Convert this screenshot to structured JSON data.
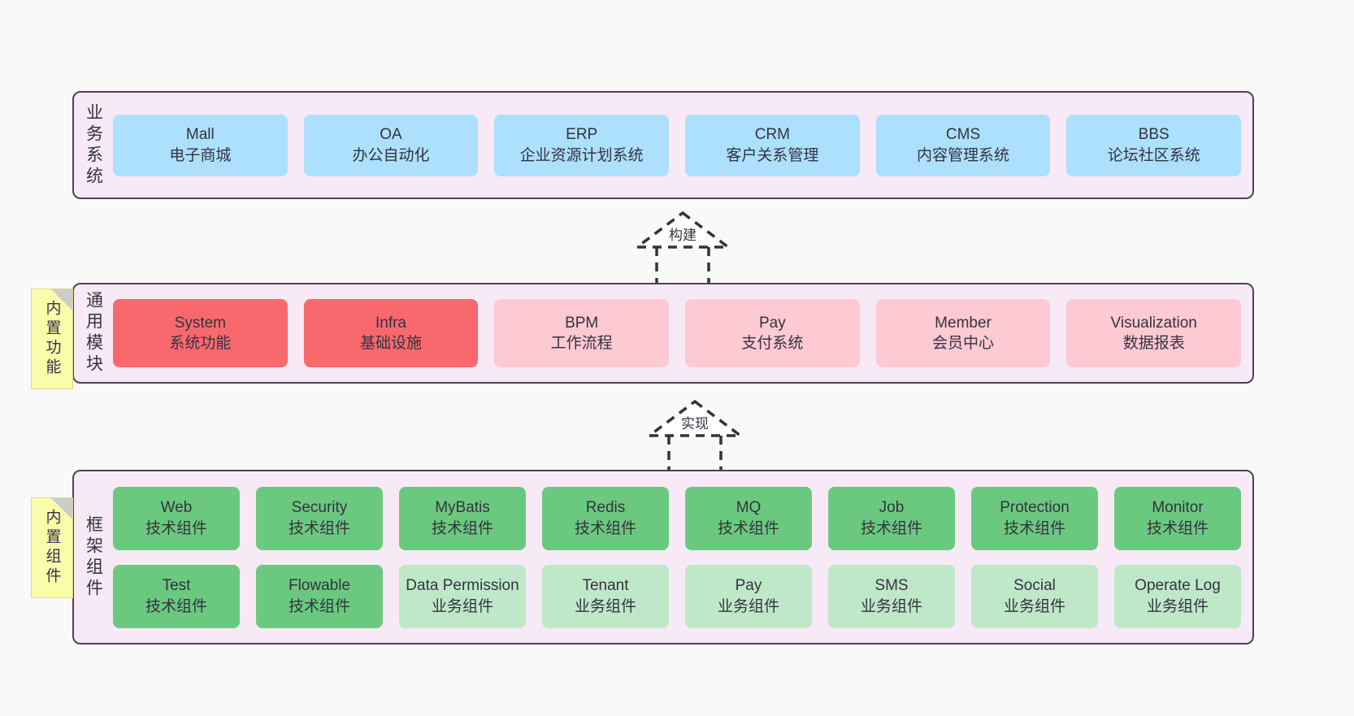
{
  "diagram": {
    "title": "",
    "background": "#f9f9f9",
    "colors": {
      "layer_fill": "#f7e9f5",
      "layer_border": "#4d4352",
      "business": "#ace0fd",
      "module_core": "#f8696e",
      "module_optional": "#fdc9d2",
      "tech_component": "#6bc97f",
      "biz_component": "#bfe8c8",
      "note": "#fbfbac",
      "note_fold": "#cccccc",
      "arrow": "#333333"
    }
  },
  "layers": [
    {
      "id": "business-system",
      "title": "业务系统",
      "rows": [
        {
          "nodes": [
            {
              "en": "Mall",
              "cn": "电子商城",
              "color": "blue"
            },
            {
              "en": "OA",
              "cn": "办公自动化",
              "color": "blue"
            },
            {
              "en": "ERP",
              "cn": "企业资源计划系统",
              "color": "blue"
            },
            {
              "en": "CRM",
              "cn": "客户关系管理",
              "color": "blue"
            },
            {
              "en": "CMS",
              "cn": "内容管理系统",
              "color": "blue"
            },
            {
              "en": "BBS",
              "cn": "论坛社区系统",
              "color": "blue"
            }
          ]
        }
      ]
    },
    {
      "id": "common-module",
      "title": "通用模块",
      "note": "内置功能",
      "rows": [
        {
          "nodes": [
            {
              "en": "System",
              "cn": "系统功能",
              "color": "red"
            },
            {
              "en": "Infra",
              "cn": "基础设施",
              "color": "red"
            },
            {
              "en": "BPM",
              "cn": "工作流程",
              "color": "pink"
            },
            {
              "en": "Pay",
              "cn": "支付系统",
              "color": "pink"
            },
            {
              "en": "Member",
              "cn": "会员中心",
              "color": "pink"
            },
            {
              "en": "Visualization",
              "cn": "数据报表",
              "color": "pink"
            }
          ]
        }
      ]
    },
    {
      "id": "framework-component",
      "title": "框架组件",
      "note": "内置组件",
      "rows": [
        {
          "nodes": [
            {
              "en": "Web",
              "cn": "技术组件",
              "color": "green"
            },
            {
              "en": "Security",
              "cn": "技术组件",
              "color": "green"
            },
            {
              "en": "MyBatis",
              "cn": "技术组件",
              "color": "green"
            },
            {
              "en": "Redis",
              "cn": "技术组件",
              "color": "green"
            },
            {
              "en": "MQ",
              "cn": "技术组件",
              "color": "green"
            },
            {
              "en": "Job",
              "cn": "技术组件",
              "color": "green"
            },
            {
              "en": "Protection",
              "cn": "技术组件",
              "color": "green"
            },
            {
              "en": "Monitor",
              "cn": "技术组件",
              "color": "green"
            }
          ]
        },
        {
          "nodes": [
            {
              "en": "Test",
              "cn": "技术组件",
              "color": "green"
            },
            {
              "en": "Flowable",
              "cn": "技术组件",
              "color": "green"
            },
            {
              "en": "Data Permission",
              "cn": "业务组件",
              "color": "lightgreen"
            },
            {
              "en": "Tenant",
              "cn": "业务组件",
              "color": "lightgreen"
            },
            {
              "en": "Pay",
              "cn": "业务组件",
              "color": "lightgreen"
            },
            {
              "en": "SMS",
              "cn": "业务组件",
              "color": "lightgreen"
            },
            {
              "en": "Social",
              "cn": "业务组件",
              "color": "lightgreen"
            },
            {
              "en": "Operate Log",
              "cn": "业务组件",
              "color": "lightgreen"
            }
          ]
        }
      ]
    }
  ],
  "connectors": [
    {
      "id": "build",
      "label": "构建"
    },
    {
      "id": "implement",
      "label": "实现"
    }
  ]
}
